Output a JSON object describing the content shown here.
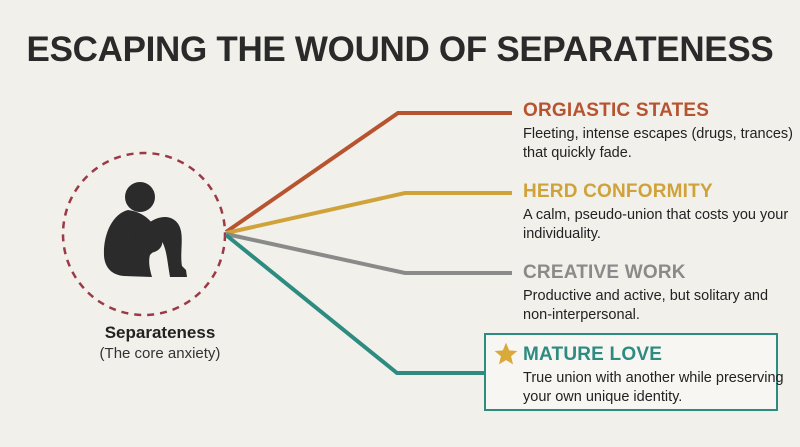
{
  "title": "ESCAPING THE WOUND OF SEPARATENESS",
  "center": {
    "label": "Separateness",
    "sublabel": "(The core anxiety)",
    "icon": "sitting-person-icon"
  },
  "branches": [
    {
      "title": "ORGIASTIC STATES",
      "description": "Fleeting, intense escapes (drugs, trances) that quickly fade.",
      "color": "#b8532f"
    },
    {
      "title": "HERD CONFORMITY",
      "description": "A calm, pseudo-union that costs you your individuality.",
      "color": "#cfa33a"
    },
    {
      "title": "CREATIVE WORK",
      "description": "Productive and active, but solitary and non-interpersonal.",
      "color": "#8a8a8a"
    },
    {
      "title": "MATURE LOVE",
      "description": "True union with another while preserving your own unique identity.",
      "color": "#2e8b80",
      "icon": "star-icon",
      "highlight_color": "#d9a93a"
    }
  ],
  "colors": {
    "background": "#f1f0eb",
    "circle": "#9b3a46",
    "figure": "#2b2b2b"
  }
}
